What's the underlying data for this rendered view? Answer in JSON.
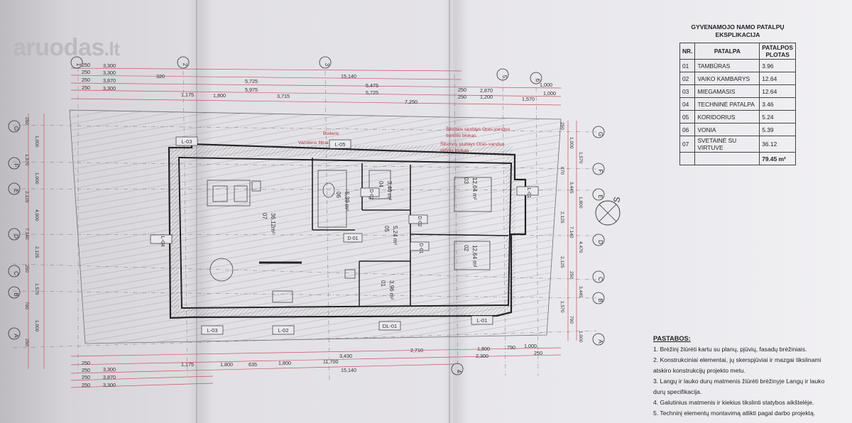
{
  "watermark": {
    "name": "aruodas",
    "tld": ".lt"
  },
  "explication": {
    "title_line1": "GYVENAMOJO NAMO PATALPŲ",
    "title_line2": "EKSPLIKACIJA",
    "headers": {
      "no": "NR.",
      "room": "PATALPA",
      "area_line1": "PATALPOS",
      "area_line2": "PLOTAS"
    },
    "rows": [
      {
        "no": "01",
        "room": "TAMBŪRAS",
        "area": "3.96"
      },
      {
        "no": "02",
        "room": "VAIKO KAMBARYS",
        "area": "12.64"
      },
      {
        "no": "03",
        "room": "MIEGAMASIS",
        "area": "12.64"
      },
      {
        "no": "04",
        "room": "TECHNINĖ PATALPA",
        "area": "3.46"
      },
      {
        "no": "05",
        "room": "KORIDORIUS",
        "area": "5.24"
      },
      {
        "no": "06",
        "room": "VONIA",
        "area": "5.39"
      },
      {
        "no": "07",
        "room": "SVETAINĖ SU VIRTUVE",
        "area": "36.12"
      }
    ],
    "total": "79.45 m²"
  },
  "notes": {
    "title": "PASTABOS:",
    "items": [
      "1. Brėžinį žiūrėti kartu su planų, pjūvių, fasadų brėžiniais.",
      "2. Konstrukciniai elementai, jų skerspjūviai ir mazgai tikslinami",
      "atskiro konstrukcijų projekto metu.",
      "3. Langų ir lauko durų matmenis žiūrėti brėžinyje Langų ir lauko",
      "durų specifikacija.",
      "4. Galutinius matmenis ir kiekius tikslinti statybos aikštelėje.",
      "5. Techninį elementų montavimą atlikti pagal darbo projektą."
    ]
  },
  "plan": {
    "dims_top": {
      "r1": [
        "250",
        "3,300"
      ],
      "r2": [
        "250",
        "3,300",
        "15,140"
      ],
      "r3": [
        "250",
        "3,870",
        "320",
        "5,725",
        "5,475",
        "250",
        "2,870"
      ],
      "r4": [
        "250",
        "3,300",
        "5,975",
        "5,725",
        "1,200",
        "250",
        "1,000"
      ],
      "r5": [
        "1,175",
        "1,800",
        "3,715",
        "7,250",
        "1,570",
        "1,000"
      ]
    },
    "dims_bottom": {
      "r1": [
        "3,430",
        "2,710",
        "1,800",
        "790",
        "1,000"
      ],
      "r2": [
        "1,175",
        "1,800",
        "635",
        "1,800",
        "11,700",
        "2,300",
        "250"
      ],
      "r3": [
        "3,300",
        "15,140"
      ],
      "r4": [
        "3,870"
      ],
      "r5": [
        "3,300"
      ],
      "left": [
        "250",
        "250",
        "250",
        "250"
      ]
    },
    "axes_num": [
      "1",
      "2",
      "3",
      "4",
      "5",
      "6"
    ],
    "axes_let": [
      "G",
      "F",
      "E",
      "D",
      "C",
      "B",
      "A"
    ],
    "right_dims": [
      "250",
      "1,000",
      "1,570",
      "870",
      "3,445",
      "1,800",
      "2,125",
      "7,140",
      "4,470",
      "2,125",
      "250",
      "3,445",
      "1,570",
      "790",
      "1,000"
    ],
    "left_dims": [
      "250",
      "1,000",
      "1,570",
      "1,000",
      "2,125",
      "4,000",
      "7,140",
      "2,125",
      "250",
      "1,570",
      "790",
      "1,000",
      "250"
    ],
    "wall_labels": [
      "L-03",
      "L-05",
      "L-04",
      "L-01",
      "L-03",
      "L-02",
      "DL-01",
      "L-01"
    ],
    "door_labels": [
      "D-02",
      "D-02",
      "D-01",
      "D-01"
    ],
    "equipment": [
      "Boileris",
      "Vandens filtrai",
      "Šilumos siurblys Oras-vanduo",
      "šoninis blokas",
      "Šilumos siurblys Oras-vanduo",
      "vidinis blokas"
    ],
    "rooms": [
      {
        "no": "07",
        "area": "36,12m²"
      },
      {
        "no": "06",
        "area": "5,39 m²"
      },
      {
        "no": "04",
        "area": "3,46 m²"
      },
      {
        "no": "05",
        "area": "5,24 m²"
      },
      {
        "no": "01",
        "area": "3,96 m²"
      },
      {
        "no": "03",
        "area": "12,64 m²"
      },
      {
        "no": "02",
        "area": "12,64 m²"
      }
    ]
  }
}
